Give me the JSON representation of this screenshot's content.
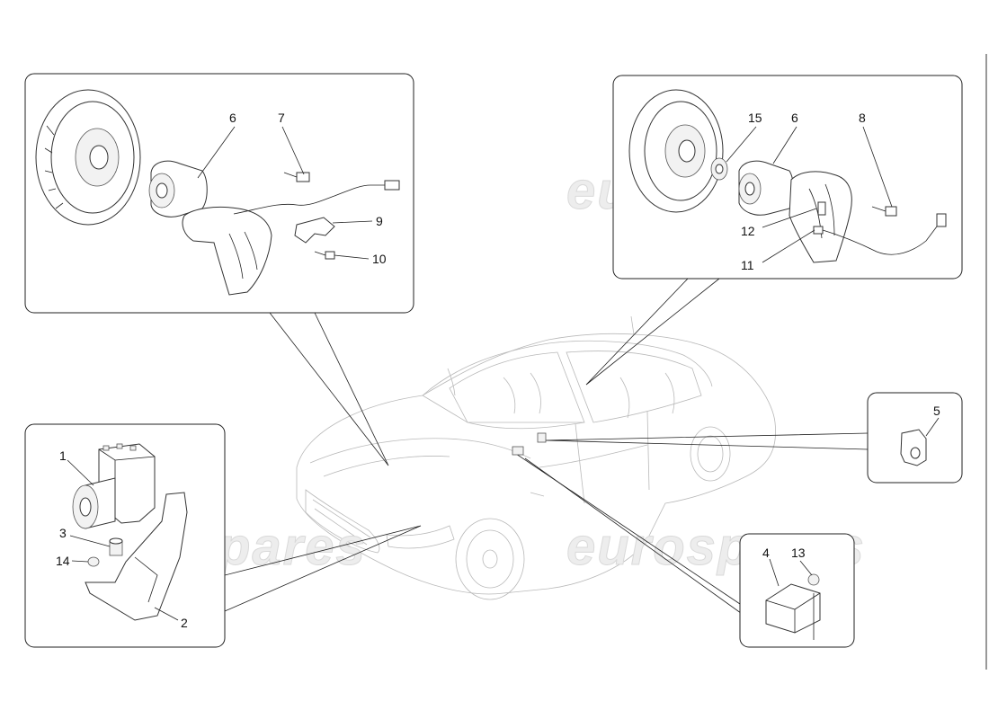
{
  "watermark": "eurospares",
  "callouts": {
    "front_hub": {
      "labels": [
        "6",
        "7",
        "9",
        "10"
      ]
    },
    "rear_hub": {
      "labels": [
        "15",
        "6",
        "8",
        "12",
        "11"
      ]
    },
    "abs_unit": {
      "labels": [
        "1",
        "3",
        "14",
        "2"
      ]
    },
    "clip": {
      "labels": [
        "5"
      ]
    },
    "sensor": {
      "labels": [
        "4",
        "13"
      ]
    }
  }
}
